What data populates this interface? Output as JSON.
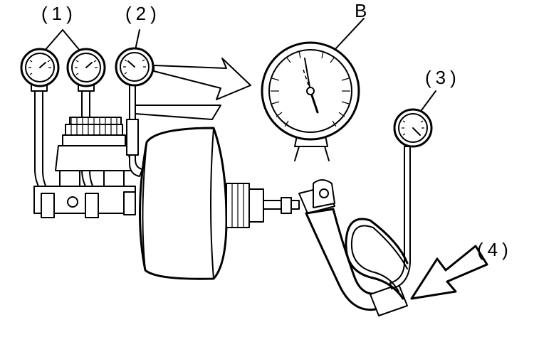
{
  "labels": {
    "gauge_1": "(1)",
    "gauge_2": "(2)",
    "gauge_3": "(3)",
    "item_4": "(4)",
    "zoom_gauge": "B"
  }
}
